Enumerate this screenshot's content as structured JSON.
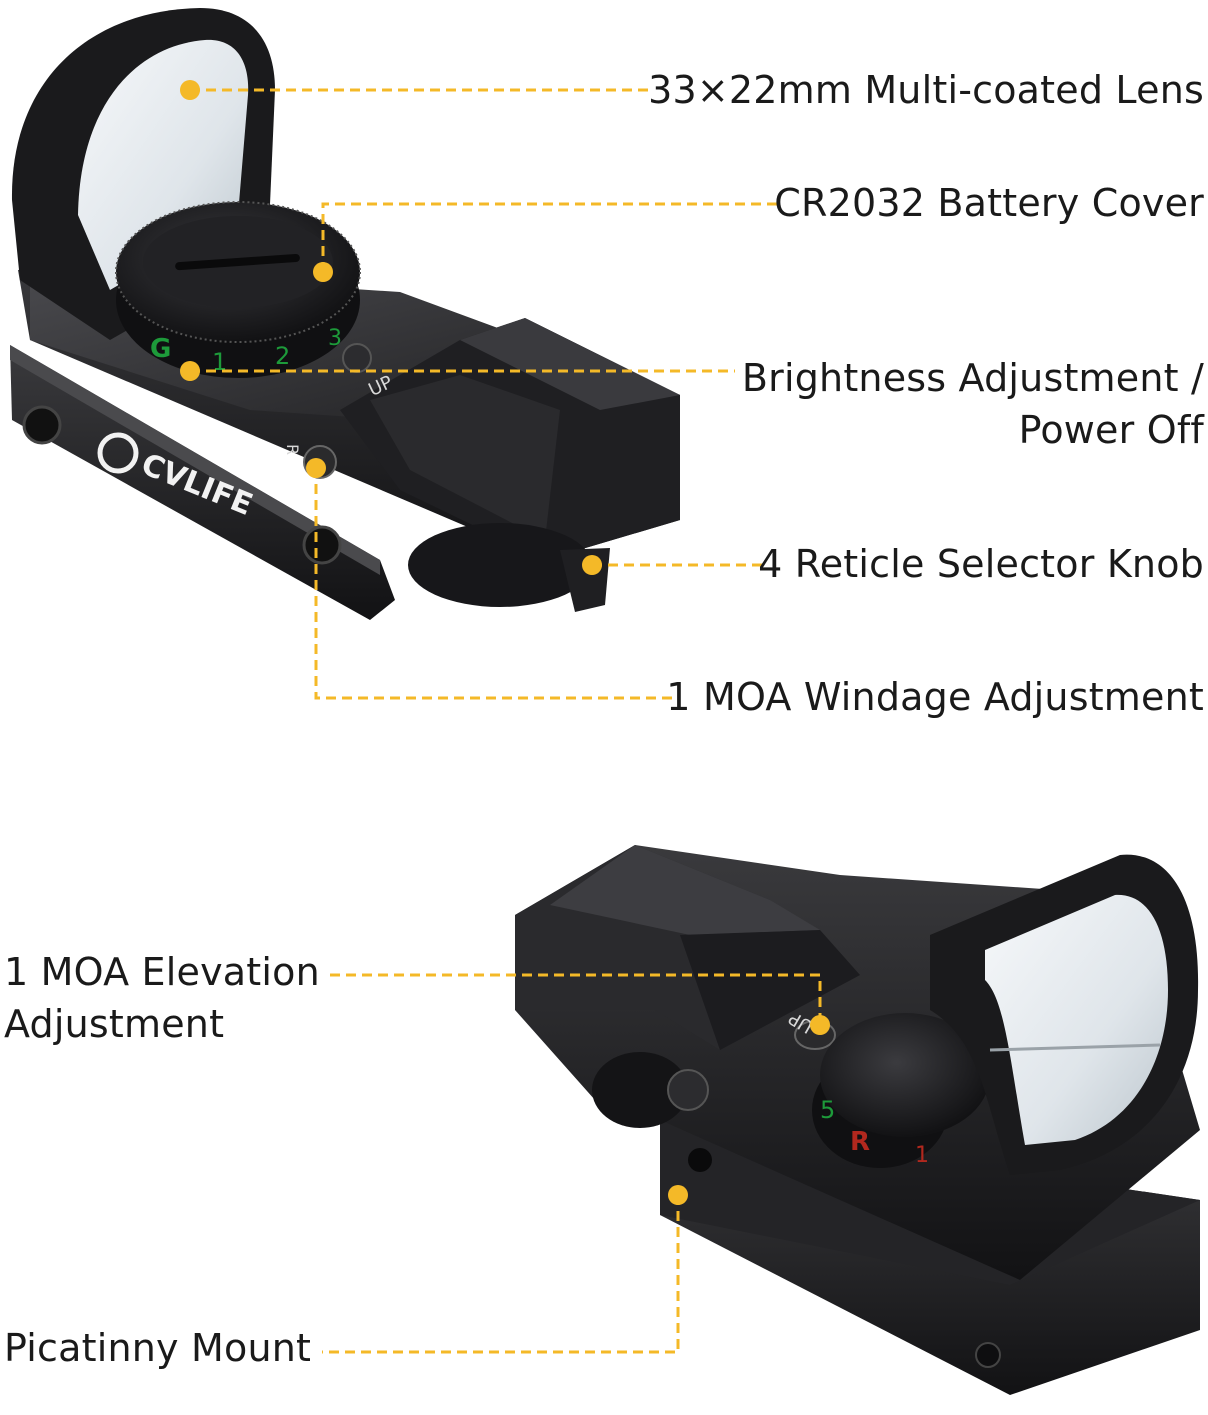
{
  "colors": {
    "accent": "#f4b928",
    "body": "#1c1c1e",
    "text": "#1a1a1a",
    "lens": "#e9eef1"
  },
  "callouts": {
    "lens": "33×22mm Multi-coated Lens",
    "battery": "CR2032 Battery Cover",
    "brightness_line1": "Brightness Adjustment /",
    "brightness_line2": "Power Off",
    "reticle": "4 Reticle Selector Knob",
    "windage": "1 MOA Windage Adjustment",
    "elevation_line1": "1 MOA Elevation",
    "elevation_line2": "Adjustment",
    "mount": "Picatinny Mount"
  },
  "product_markings": {
    "brand": "CVLIFE",
    "dial_top": [
      "G",
      "1",
      "2",
      "3"
    ],
    "dial_bottom": [
      "5",
      "R",
      "1"
    ],
    "up_mark": "UP",
    "windage_mark": "R"
  }
}
